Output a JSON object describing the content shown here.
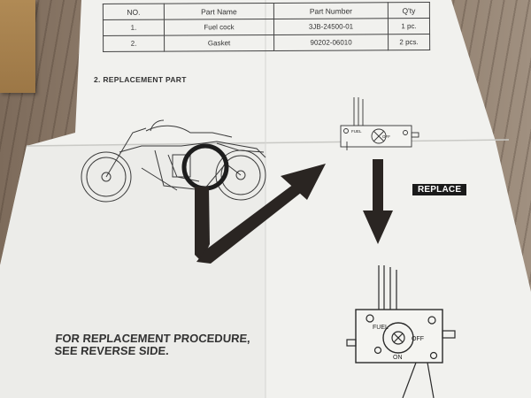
{
  "table": {
    "headers": [
      "NO.",
      "Part Name",
      "Part Number",
      "Q'ty"
    ],
    "rows": [
      [
        "1.",
        "Fuel cock",
        "3JB-24500-01",
        "1 pc."
      ],
      [
        "2.",
        "Gasket",
        "90202-06010",
        "2 pcs."
      ]
    ]
  },
  "section_title": "2. REPLACEMENT PART",
  "replace_label": "REPLACE",
  "procedure_lines": [
    "FOR REPLACEMENT PROCEDURE,",
    "SEE REVERSE SIDE."
  ],
  "cock_small": {
    "fuel": "FUEL",
    "off": "OFF"
  },
  "cock_large": {
    "fuel": "FUEL",
    "off": "OFF",
    "on": "ON"
  },
  "colors": {
    "paper": "#f2f2ef",
    "ink": "#2a2522",
    "wood": "#8a7866"
  }
}
